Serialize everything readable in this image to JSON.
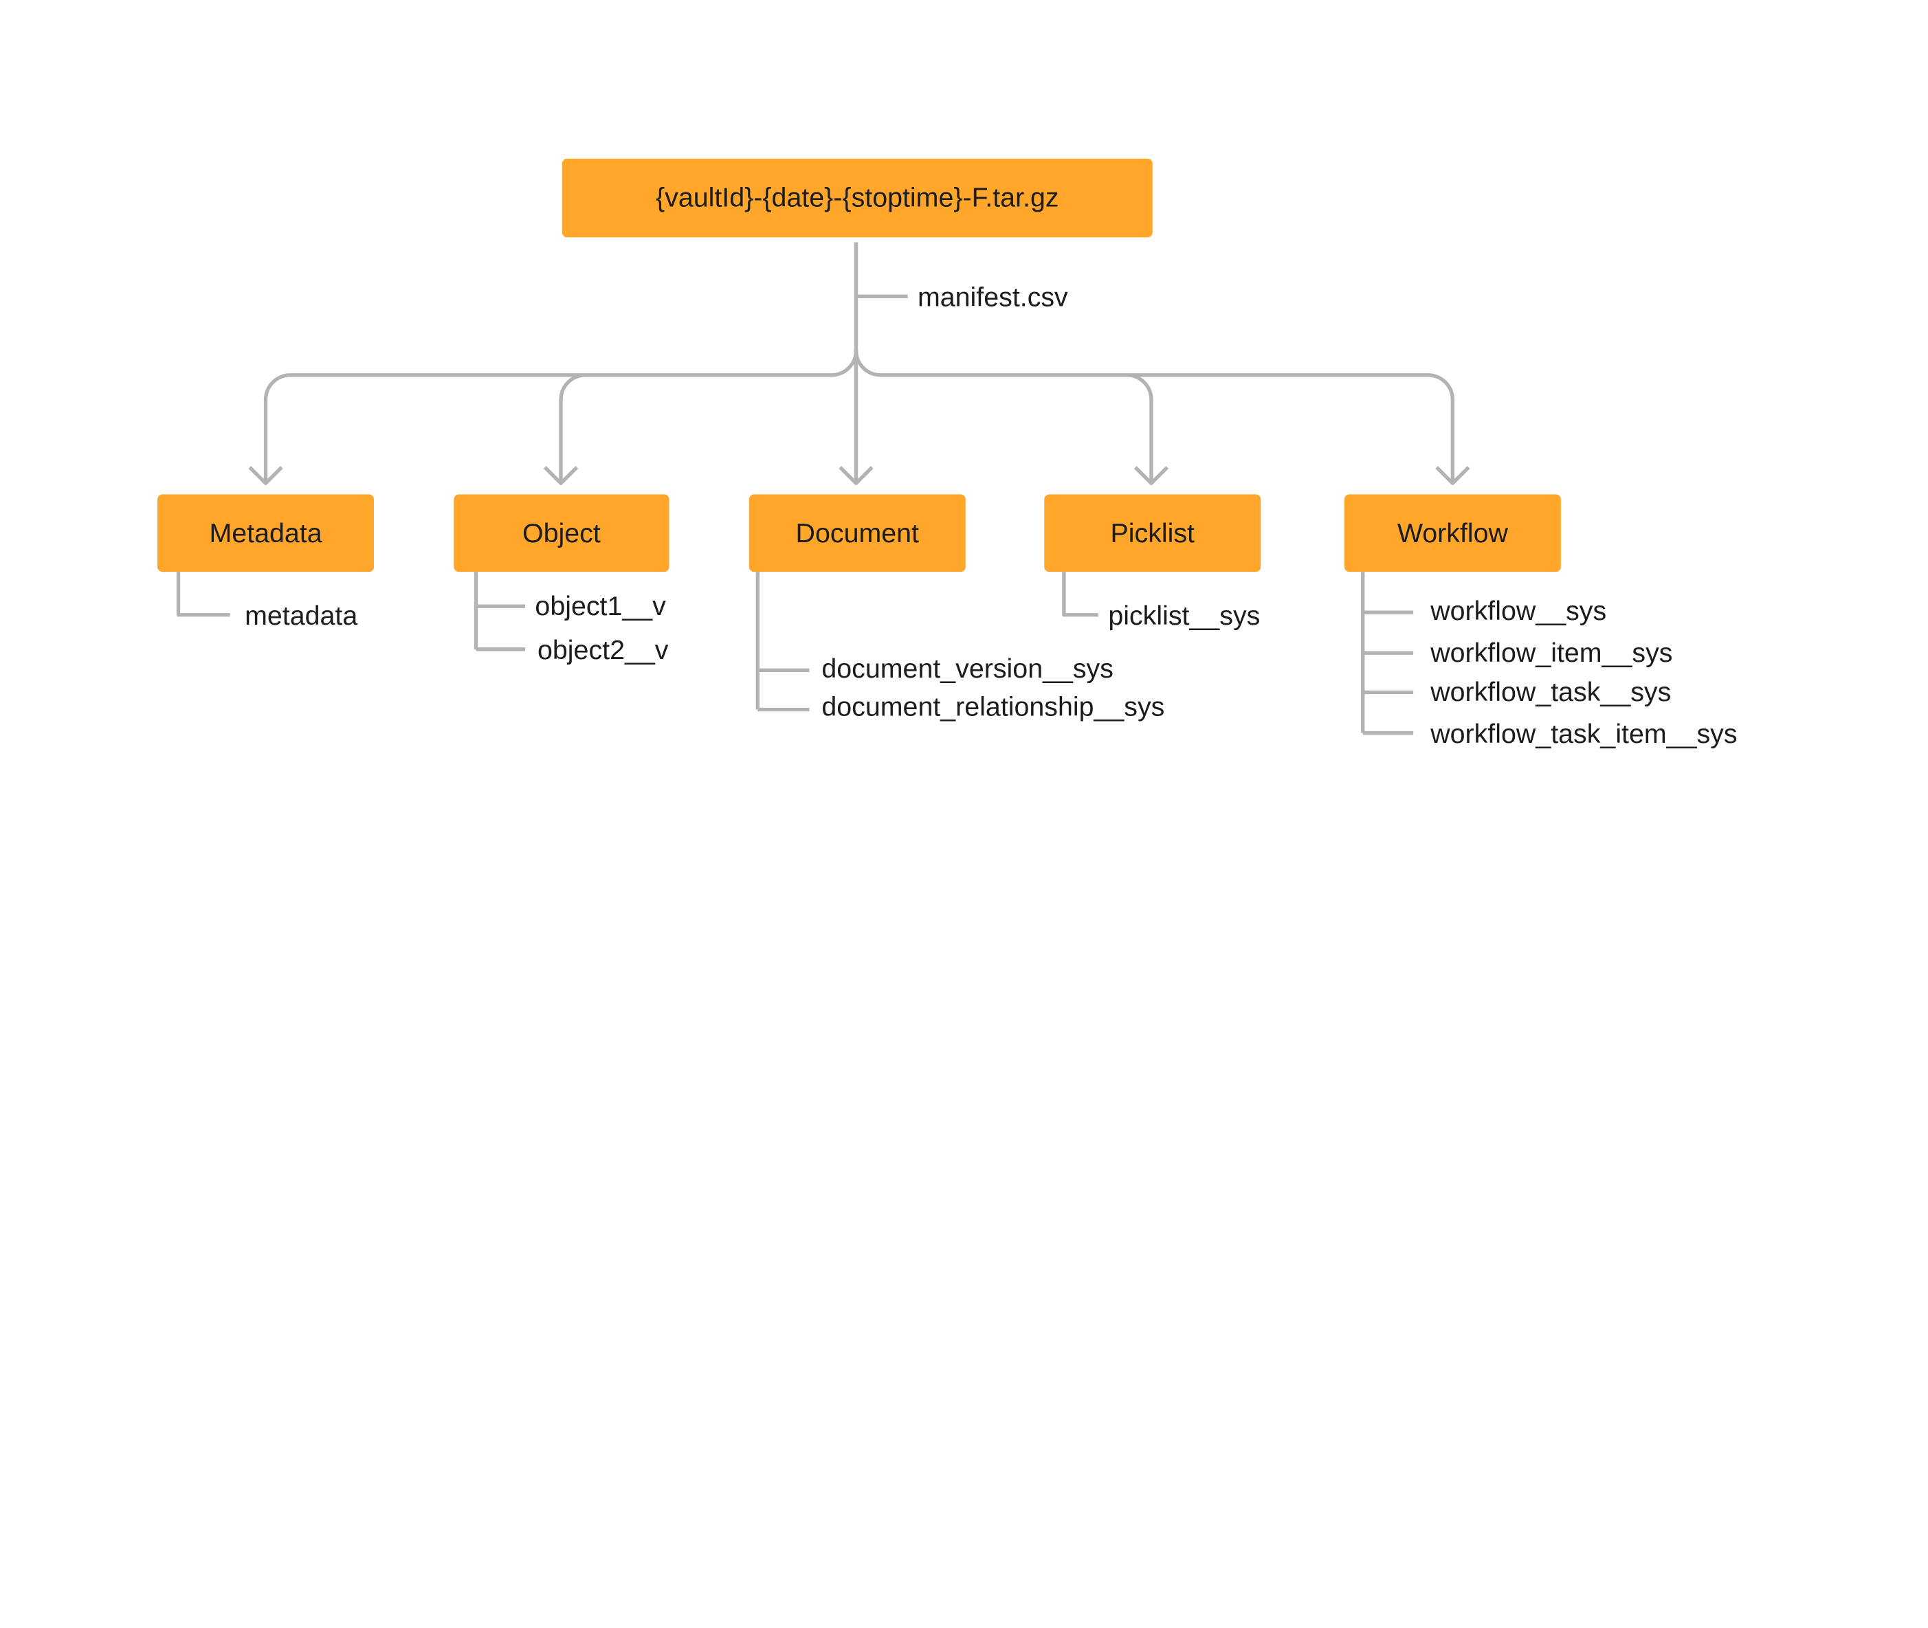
{
  "root": {
    "label": "{vaultId}-{date}-{stoptime}-F.tar.gz"
  },
  "root_files": [
    "manifest.csv"
  ],
  "categories": [
    {
      "label": "Metadata",
      "files": [
        "metadata"
      ]
    },
    {
      "label": "Object",
      "files": [
        "object1__v",
        "object2__v"
      ]
    },
    {
      "label": "Document",
      "files": [
        "document_version__sys",
        "document_relationship__sys"
      ]
    },
    {
      "label": "Picklist",
      "files": [
        "picklist__sys"
      ]
    },
    {
      "label": "Workflow",
      "files": [
        "workflow__sys",
        "workflow_item__sys",
        "workflow_task__sys",
        "workflow_task_item__sys"
      ]
    }
  ],
  "colors": {
    "box_fill": "#FFA62B",
    "connector": "#B3B3B3",
    "text": "#1c1c1c"
  }
}
